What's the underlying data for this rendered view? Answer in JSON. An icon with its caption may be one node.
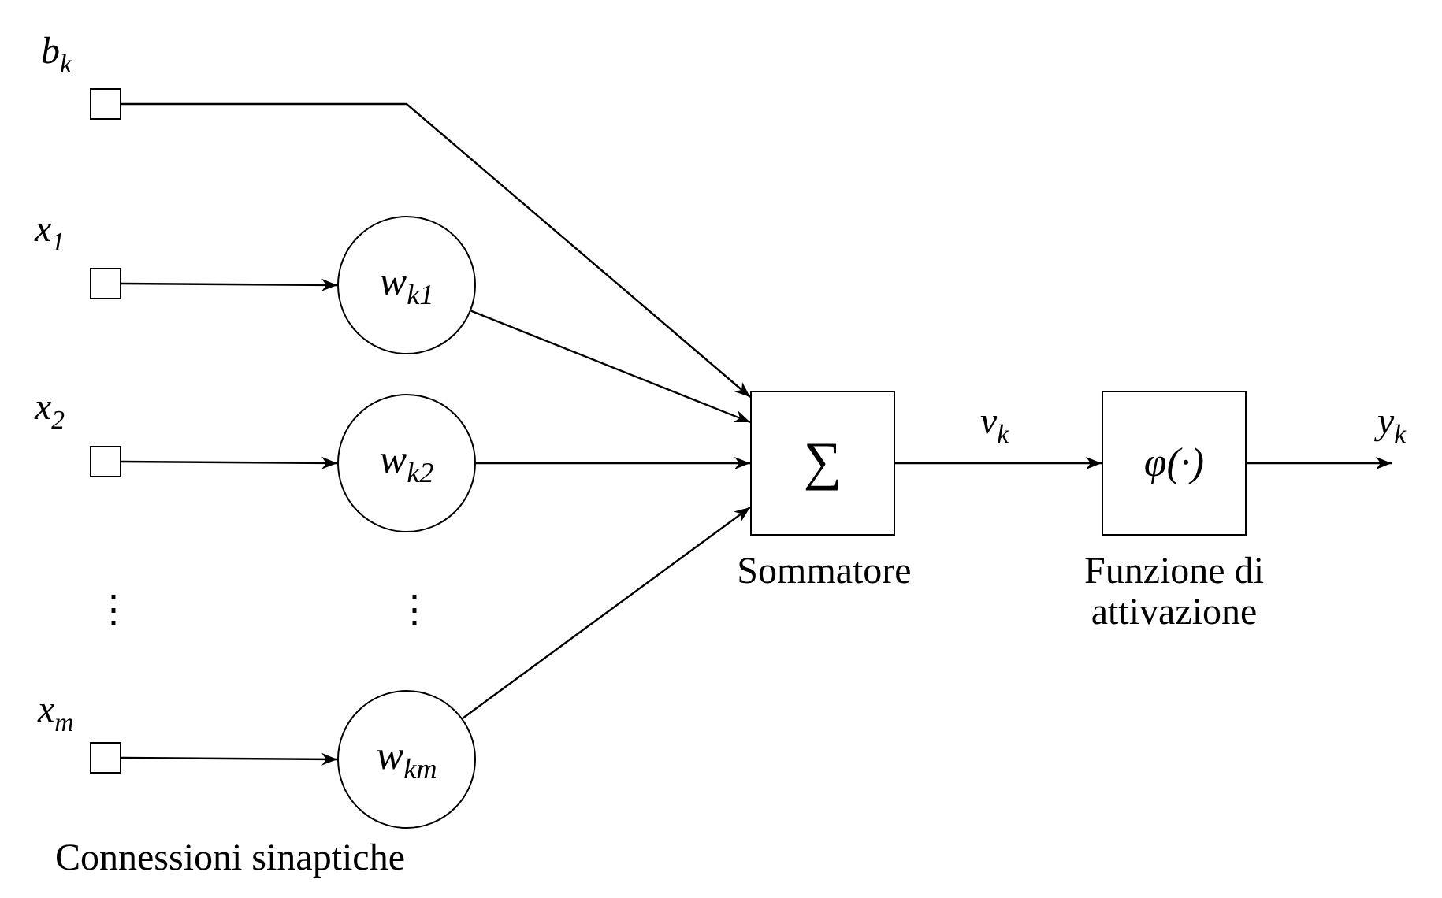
{
  "diagram": {
    "nodes": [
      {
        "text": [],
        "shape": "box",
        "beside": [
          "b$_{k}$"
        ]
      },
      {
        "text": [],
        "shape": "box",
        "beside": [
          "x$_{1}$"
        ]
      },
      {
        "text": [
          "w$_{k1}$"
        ]
      },
      {
        "text": [],
        "shape": "box",
        "beside": [
          "x$_{2}$"
        ]
      },
      {
        "text": [
          "w$_{k2}$"
        ]
      },
      {
        "text": [],
        "shape": "box",
        "beside": [
          "x$_{m}$"
        ]
      },
      {
        "text": [
          "w$_{km}$"
        ]
      },
      {
        "text": [
          "∑"
        ],
        "beside": [
          "Sommatore"
        ]
      },
      {
        "text": [
          "φ(·)"
        ],
        "beside": [
          "Funzione di attivazione"
        ]
      }
    ],
    "edges": [
      {
        "from": 0,
        "to": 7,
        "arrow": "to"
      },
      {
        "from": 1,
        "to": 2,
        "arrow": "to"
      },
      {
        "from": 2,
        "to": 7,
        "arrow": "to"
      },
      {
        "from": 3,
        "to": 4,
        "arrow": "to"
      },
      {
        "from": 4,
        "to": 7,
        "arrow": "to"
      },
      {
        "from": 5,
        "to": 6,
        "arrow": "to"
      },
      {
        "from": 6,
        "to": 7,
        "arrow": "to"
      },
      {
        "from": 7,
        "to": 8,
        "arrow": "to",
        "label": "v$_{k}$"
      },
      {
        "from": 8,
        "to": null,
        "arrow": "to",
        "label": "y$_{k}$"
      }
    ],
    "labels": [
      "⋮",
      "⋮",
      "Connessioni sinaptiche"
    ]
  }
}
